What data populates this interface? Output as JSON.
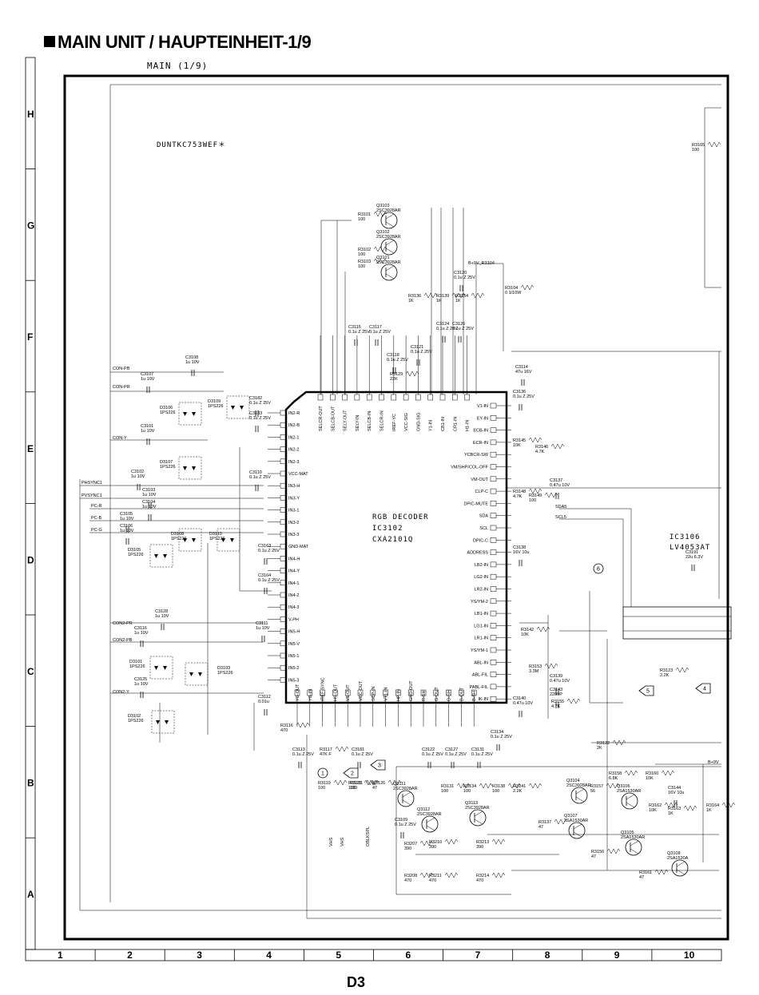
{
  "page": {
    "title": "MAIN UNIT / HAUPTEINHEIT-1/9",
    "subtitle": "MAIN (1/9)",
    "page_number": "D3"
  },
  "grid": {
    "rows": [
      "H",
      "G",
      "F",
      "E",
      "D",
      "C",
      "B",
      "A"
    ],
    "columns": [
      "1",
      "2",
      "3",
      "4",
      "5",
      "6",
      "7",
      "8",
      "9",
      "10"
    ]
  },
  "labels": {
    "model": "DUNTKC753WEF＊",
    "ic_main_name": "RGB DECODER",
    "ic_main_ref": "IC3102",
    "ic_main_part": "CXA2101Q",
    "ic_sub_ref": "IC3106",
    "ic_sub_part": "LV4053AT",
    "inputs": [
      "CON-PB",
      "CON-PR",
      "CON-Y",
      "PHSYNC1",
      "PVSYNC1",
      "PC-R",
      "PC-B",
      "PC-G",
      "CON2-PR",
      "CON2-PB",
      "CON2-Y"
    ],
    "nets": [
      "SDA5",
      "SCL5",
      "B+9V",
      "B+9V_R3104",
      "VHS",
      "VHS",
      "OBLKSPL"
    ],
    "markers": [
      "1",
      "2",
      "3",
      "4",
      "5",
      "6"
    ],
    "left_pins": [
      "IN2-R",
      "IN2-B",
      "IN2-1",
      "IN2-2",
      "IN2-3",
      "VCC-MAT",
      "IN3-H",
      "IN3-Y",
      "IN3-1",
      "IN3-2",
      "IN3-3",
      "GND-MAT",
      "IN4-H",
      "IN4-Y",
      "IN4-1",
      "IN4-2",
      "IN4-3",
      "V-PH",
      "IN5-H",
      "IN5-V",
      "IN5-1",
      "IN5-2",
      "IN5-3"
    ],
    "right_pins": [
      "V1-IN",
      "EY-IN",
      "ECB-IN",
      "ECR-IN",
      "YCBCR-SW",
      "VM/SHP/COL-OFF",
      "VM-OUT",
      "CLP-C",
      "DPIC-MUTE",
      "SDA",
      "SCL",
      "DPIC-C",
      "ADDRESS",
      "LB2-IN",
      "LG2-IN",
      "LR2-IN",
      "YS/YM-2",
      "LB1-IN",
      "LG1-IN",
      "LR1-IN",
      "YS/YM-1",
      "ABL-IN",
      "ABL-FIL",
      "PABL-FIL",
      "IK-IN"
    ],
    "top_pins": [
      "SELCR-OUT",
      "SELCB-OUT",
      "SELY-OUT",
      "SELY-IN",
      "SELCB-IN",
      "SELCR-IN",
      "IREF-YC",
      "VCC-SIG",
      "GND-SIG",
      "Y1-IN",
      "CB1-IN",
      "CR1-IN",
      "H1-IN"
    ],
    "bottom_pins": [
      "YG-OUT",
      "YG-IN",
      "IREF-SYNC",
      "HS-OUT",
      "VS-OUT",
      "VCC-OUT",
      "SCP-IN",
      "VT1-IN",
      "HP-IN",
      "GND-OUT",
      "R-SH",
      "G-OUT",
      "G-SH",
      "B-OUT",
      "B-SH"
    ],
    "transistors": [
      {
        "ref": "Q3103",
        "part": "2SC3928AR"
      },
      {
        "ref": "Q3102",
        "part": "2SC3928AR"
      },
      {
        "ref": "Q3101",
        "part": "2SC3928AR"
      },
      {
        "ref": "Q3111",
        "part": "2SC3928AR"
      },
      {
        "ref": "Q3112",
        "part": "2SC3928AR"
      },
      {
        "ref": "Q3113",
        "part": "2SC3928AR"
      },
      {
        "ref": "Q3104",
        "part": "2SC3928AR"
      },
      {
        "ref": "Q3106",
        "part": "2SA1530AR"
      },
      {
        "ref": "Q3105",
        "part": "2SA1530AR"
      },
      {
        "ref": "Q3107",
        "part": "2SA1530AR"
      },
      {
        "ref": "Q3108",
        "part": "2SA1530A"
      }
    ],
    "diodes": [
      {
        "ref": "D3106",
        "part": "1PS226"
      },
      {
        "ref": "D3109",
        "part": "1PS226"
      },
      {
        "ref": "D3107",
        "part": "1PS226"
      },
      {
        "ref": "D3105",
        "part": "1PS226"
      },
      {
        "ref": "D3108",
        "part": "1PS226"
      },
      {
        "ref": "D3110",
        "part": "1PS226"
      },
      {
        "ref": "D3101",
        "part": "1PS226"
      },
      {
        "ref": "D3103",
        "part": "1PS226"
      },
      {
        "ref": "D3102",
        "part": "1PS226"
      }
    ],
    "capacitors": [
      {
        "ref": "C3108",
        "val": "1u 10V"
      },
      {
        "ref": "C3107",
        "val": "1u 10V"
      },
      {
        "ref": "C3101",
        "val": "1u 10V"
      },
      {
        "ref": "C3102",
        "val": "1u 10V"
      },
      {
        "ref": "C3103",
        "val": "1u 10V"
      },
      {
        "ref": "C3104",
        "val": "1u 10V"
      },
      {
        "ref": "C3105",
        "val": "1u 10V"
      },
      {
        "ref": "C3106",
        "val": "1u 10V"
      },
      {
        "ref": "C3128",
        "val": "1u 10V"
      },
      {
        "ref": "C3116",
        "val": "1u 10V"
      },
      {
        "ref": "C3125",
        "val": "1u 10V"
      },
      {
        "ref": "C3182",
        "val": "0.1u Z 25V"
      },
      {
        "ref": "C3183",
        "val": "0.1u Z 25V"
      },
      {
        "ref": "C3110",
        "val": "0.1u Z 25V"
      },
      {
        "ref": "C3163",
        "val": "0.1u Z 25V"
      },
      {
        "ref": "C3164",
        "val": "0.1u Z 25V"
      },
      {
        "ref": "C3111",
        "val": "1u 10V"
      },
      {
        "ref": "C3112",
        "val": "0.01u"
      },
      {
        "ref": "C3120",
        "val": "0.1u Z 25V"
      },
      {
        "ref": "C3115",
        "val": "0.1u Z 25V"
      },
      {
        "ref": "C3117",
        "val": "0.1u Z 25V"
      },
      {
        "ref": "C3118",
        "val": "0.1u Z 25V"
      },
      {
        "ref": "C3121",
        "val": "0.1u Z 25V"
      },
      {
        "ref": "C3124",
        "val": "0.1u Z 25V"
      },
      {
        "ref": "C3126",
        "val": "0.1u Z 25V"
      },
      {
        "ref": "C3114",
        "val": "47u 16V"
      },
      {
        "ref": "C3136",
        "val": "0.1u Z 25V"
      },
      {
        "ref": "C3137",
        "val": "0.47u 10V"
      },
      {
        "ref": "C3138",
        "val": "16V 10u"
      },
      {
        "ref": "C3139",
        "val": "0.47u 10V"
      },
      {
        "ref": "C3143",
        "val": "2200P"
      },
      {
        "ref": "C3140",
        "val": "0.47u 10V"
      },
      {
        "ref": "C3113",
        "val": "0.1u Z 25V"
      },
      {
        "ref": "C3181",
        "val": "0.1u Z 25V"
      },
      {
        "ref": "C3122",
        "val": "0.1u Z 25V"
      },
      {
        "ref": "C3127",
        "val": "0.1u Z 25V"
      },
      {
        "ref": "C3131",
        "val": "0.1u Z 25V"
      },
      {
        "ref": "C3134",
        "val": "0.1u Z 25V"
      },
      {
        "ref": "C3109",
        "val": "0.1u Z 25V"
      },
      {
        "ref": "C3191",
        "val": "22u 6.3V"
      },
      {
        "ref": "C3144",
        "val": "16V 10u"
      }
    ],
    "resistors": [
      {
        "ref": "R3101",
        "val": "100"
      },
      {
        "ref": "R3102",
        "val": "100"
      },
      {
        "ref": "R3103",
        "val": "100"
      },
      {
        "ref": "R3136",
        "val": "1K"
      },
      {
        "ref": "R3139",
        "val": "1K"
      },
      {
        "ref": "R3154",
        "val": "1K"
      },
      {
        "ref": "R3104",
        "val": "0 1/10W"
      },
      {
        "ref": "R3165",
        "val": "100"
      },
      {
        "ref": "R3129",
        "val": "22K"
      },
      {
        "ref": "R3145",
        "val": "10K"
      },
      {
        "ref": "R3146",
        "val": "4.7K"
      },
      {
        "ref": "R3148",
        "val": "4.7K"
      },
      {
        "ref": "R3149",
        "val": "100"
      },
      {
        "ref": "R3142",
        "val": "10K"
      },
      {
        "ref": "R3153",
        "val": "3.3M"
      },
      {
        "ref": "R3155",
        "val": "4.7K"
      },
      {
        "ref": "R3116",
        "val": "470"
      },
      {
        "ref": "R3117",
        "val": "47K F"
      },
      {
        "ref": "R3119",
        "val": "100"
      },
      {
        "ref": "R3120",
        "val": "100"
      },
      {
        "ref": "R3121",
        "val": "100"
      },
      {
        "ref": "R3126",
        "val": "47"
      },
      {
        "ref": "R3131",
        "val": "100"
      },
      {
        "ref": "R3134",
        "val": "100"
      },
      {
        "ref": "R3138",
        "val": "100"
      },
      {
        "ref": "R3141",
        "val": "2.2K"
      },
      {
        "ref": "R3122",
        "val": "2K"
      },
      {
        "ref": "R3123",
        "val": "2.2K"
      },
      {
        "ref": "R3158",
        "val": "6.8K"
      },
      {
        "ref": "R3160",
        "val": "10K"
      },
      {
        "ref": "R3157",
        "val": "56"
      },
      {
        "ref": "R3162",
        "val": "10K"
      },
      {
        "ref": "R3163",
        "val": "1K"
      },
      {
        "ref": "R3137",
        "val": "47"
      },
      {
        "ref": "R3156",
        "val": "47"
      },
      {
        "ref": "R3161",
        "val": "47"
      },
      {
        "ref": "R3164",
        "val": "1K"
      },
      {
        "ref": "R3207",
        "val": "390"
      },
      {
        "ref": "R3210",
        "val": "390"
      },
      {
        "ref": "R3213",
        "val": "390"
      },
      {
        "ref": "R3208",
        "val": "470"
      },
      {
        "ref": "R3211",
        "val": "470"
      },
      {
        "ref": "R3214",
        "val": "470"
      }
    ]
  }
}
